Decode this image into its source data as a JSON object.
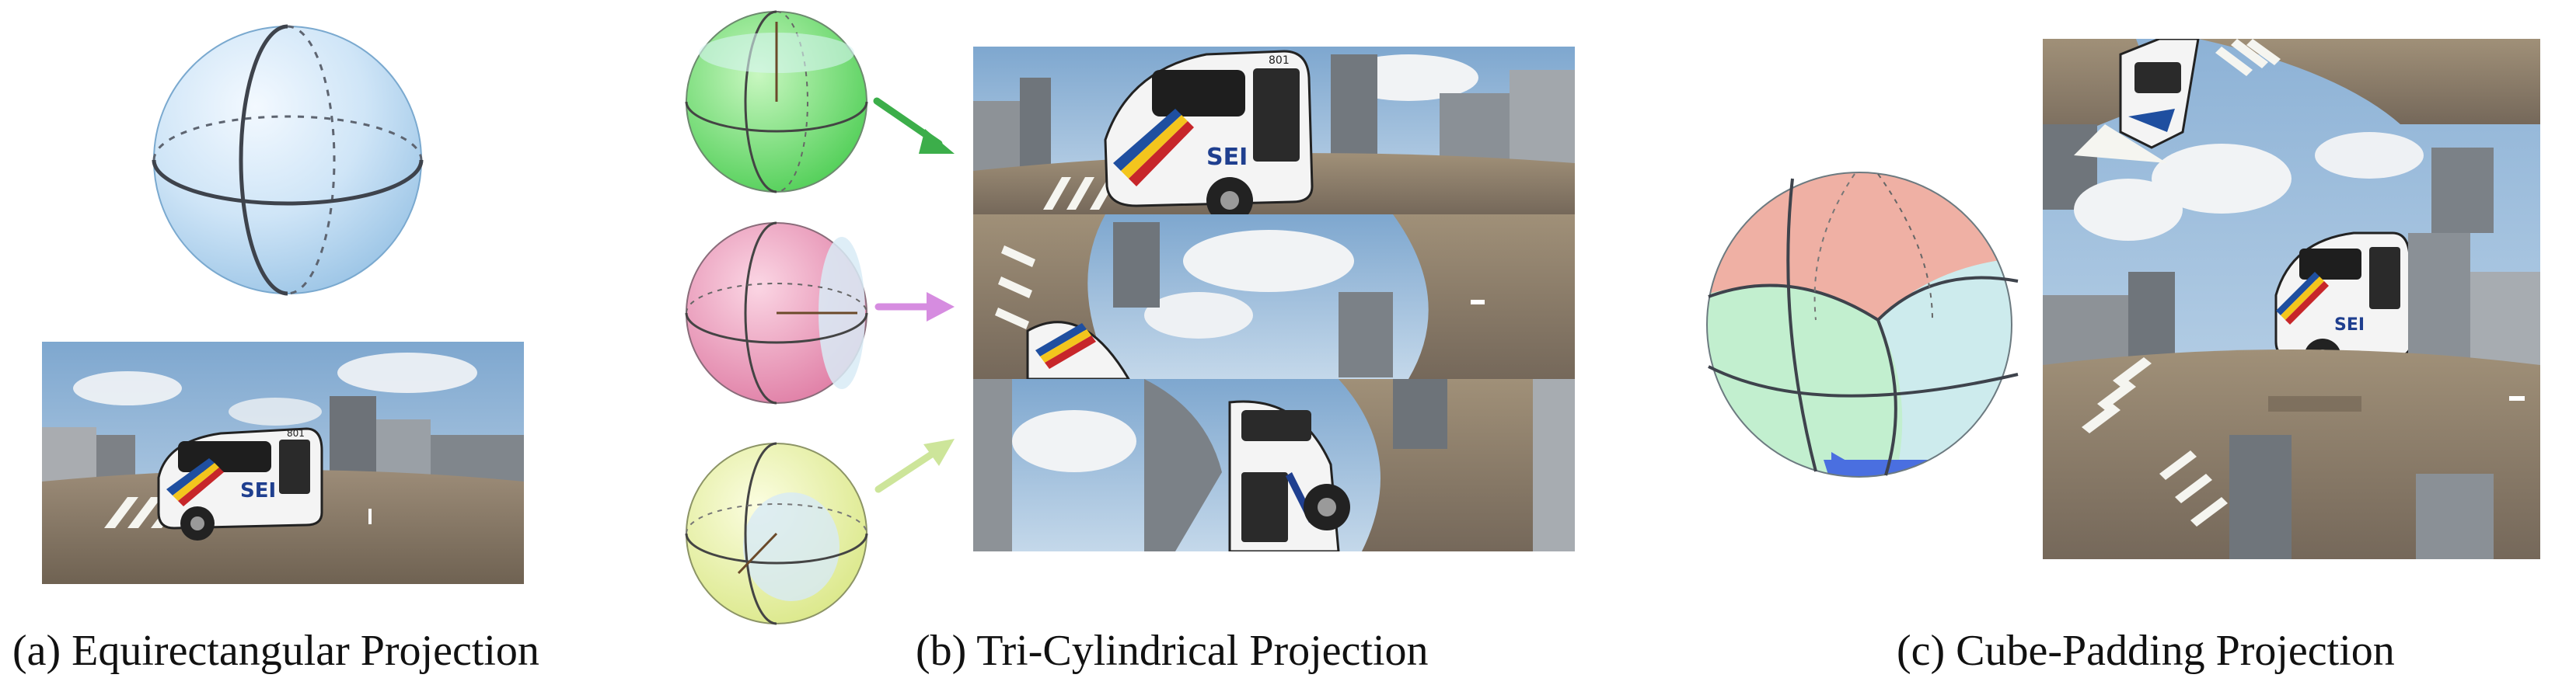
{
  "panels": [
    {
      "id": "a",
      "caption": "(a) Equirectangular Projection"
    },
    {
      "id": "b",
      "caption": "(b) Tri-Cylindrical Projection"
    },
    {
      "id": "c",
      "caption": "(c) Cube-Padding Projection"
    }
  ],
  "bus_text": {
    "logo": "SEI",
    "route": "801"
  },
  "colors": {
    "sphere_blue": "#c9e3f5",
    "sphere_green": "#7fe07a",
    "sphere_pink": "#f0a8c4",
    "sphere_yellow": "#eef5a8",
    "cube_red": "#efb0a4",
    "cube_green": "#c2efcf",
    "cube_cyan": "#cdebed",
    "cube_blue": "#4a6fe0",
    "arrow_green": "#3cae4a",
    "arrow_violet": "#d68ce0",
    "arrow_lime": "#cde59a",
    "sky": "#9cbddc",
    "road": "#8a7a66"
  }
}
